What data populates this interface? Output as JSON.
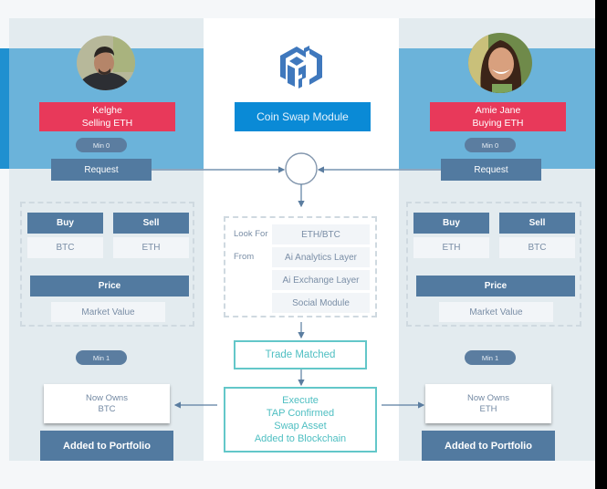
{
  "diagram": {
    "colors": {
      "band_blue": "#6bb3da",
      "edge_blue": "#1f90d0",
      "side_panel": "#e3ebef",
      "user_red": "#e8395a",
      "slate": "#527aa0",
      "module_blue": "#0a8ad6",
      "teal": "#63c7c9",
      "logo_blue": "#3f78bd"
    },
    "center": {
      "logo_icon": "hexagon-cube-logo",
      "module_label": "Coin Swap Module",
      "lookup": {
        "look_for_label": "Look For",
        "from_label": "From",
        "items": [
          "ETH/BTC",
          "Ai Analytics Layer",
          "Ai Exchange Layer",
          "Social Module"
        ]
      },
      "trade_matched": "Trade Matched",
      "execute_lines": [
        "Execute",
        "TAP Confirmed",
        "Swap Asset",
        "Added to Blockchain"
      ]
    },
    "left": {
      "avatar": "man-avatar",
      "name": "Kelghe",
      "action": "Selling ETH",
      "min_top": "Min 0",
      "request": "Request",
      "buy_label": "Buy",
      "sell_label": "Sell",
      "buy_value": "BTC",
      "sell_value": "ETH",
      "price_label": "Price",
      "price_value": "Market Value",
      "min_bottom": "Min 1",
      "now_owns_label": "Now Owns",
      "now_owns_value": "BTC",
      "portfolio": "Added to Portfolio"
    },
    "right": {
      "avatar": "woman-avatar",
      "name": "Amie Jane",
      "action": "Buying ETH",
      "min_top": "Min 0",
      "request": "Request",
      "buy_label": "Buy",
      "sell_label": "Sell",
      "buy_value": "ETH",
      "sell_value": "BTC",
      "price_label": "Price",
      "price_value": "Market Value",
      "min_bottom": "Min 1",
      "now_owns_label": "Now Owns",
      "now_owns_value": "ETH",
      "portfolio": "Added to Portfolio"
    }
  }
}
